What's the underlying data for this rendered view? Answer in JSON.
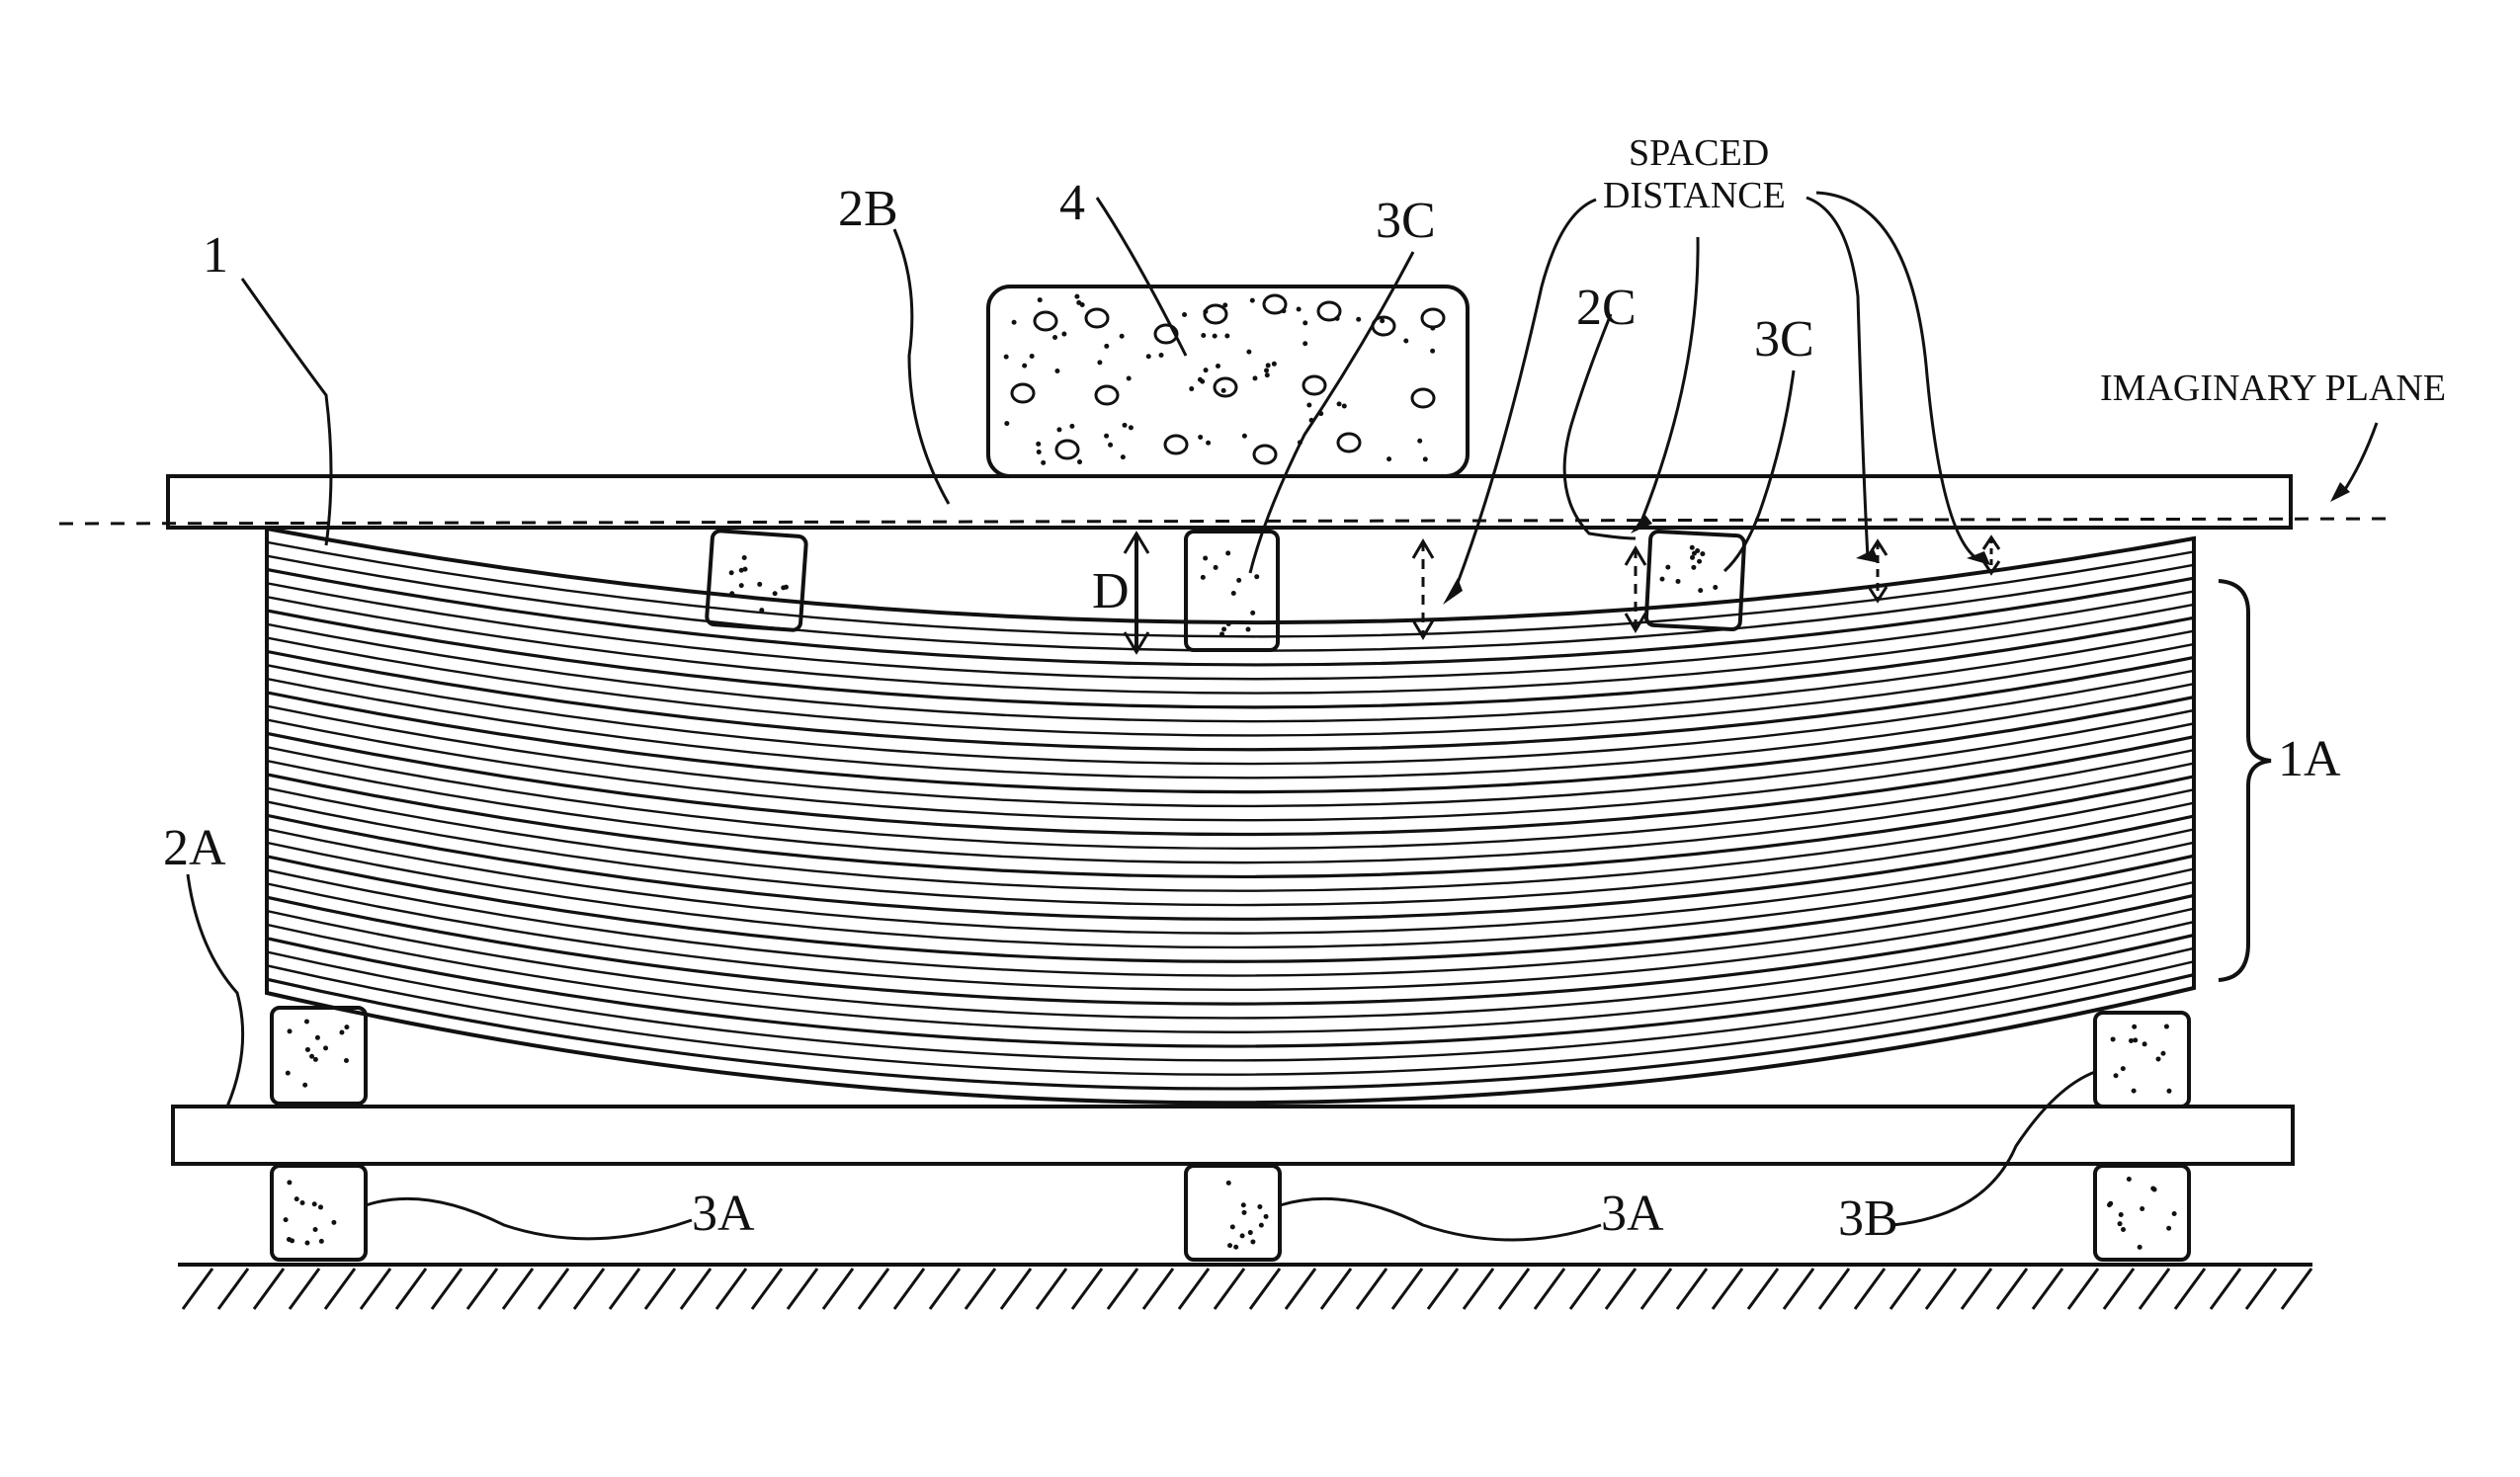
{
  "labels": {
    "sheet_bundle": "1",
    "bundle": "1A",
    "lower_plate": "2A",
    "upper_plate": "2B",
    "upper_surface": "2C",
    "support_3a_left": "3A",
    "support_3a_mid": "3A",
    "support_3b": "3B",
    "spacer_3c_left": "3C",
    "spacer_3c_right": "3C",
    "weight": "4",
    "gap": "D",
    "spaced_distance_line1": "SPACED",
    "spaced_distance_line2": "DISTANCE",
    "imaginary_plane": "IMAGINARY PLANE"
  },
  "colors": {
    "ink": "#111111",
    "paper": "#ffffff"
  }
}
